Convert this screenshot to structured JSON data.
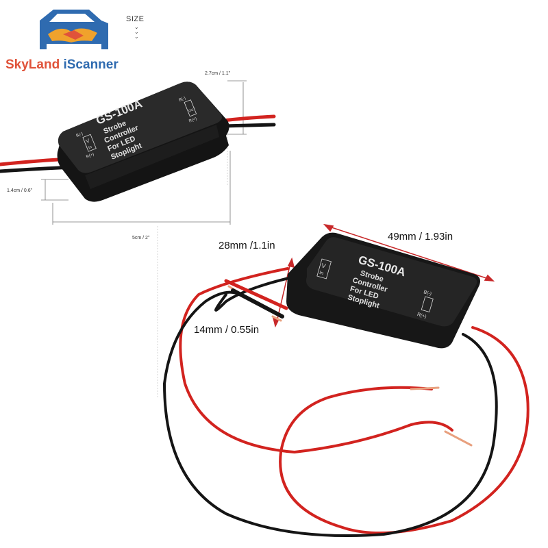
{
  "brand": {
    "name_part1": "SkyLand",
    "name_part2": " iScanner",
    "logo_icon": "car-handshake-icon"
  },
  "size_header": {
    "label": "SIZE",
    "chevrons": "⌄\n⌄\n⌄"
  },
  "top_image": {
    "dim_height": "2.7cm / 1.1\"",
    "dim_thickness": "1.4cm / 0.6\"",
    "dim_length": "5cm / 2\""
  },
  "bottom_image": {
    "dim_length": "49mm / 1.93in",
    "dim_wire_spacing": "28mm /1.1in",
    "dim_height": "14mm / 0.55in"
  },
  "device_label": {
    "model": "GS-100A",
    "line1": "Strobe",
    "line2": "Controller",
    "line3": "For LED",
    "line4": "Stoplight",
    "in_top": "B(-)",
    "in_mid": "V",
    "in_sub": "In",
    "in_bottom": "R(+)",
    "out_top": "B(-)",
    "out_mid": "OUT",
    "out_bottom": "R(+)"
  },
  "colors": {
    "wire_red": "#d2231f",
    "wire_black": "#151515",
    "body": "#1c1c1c",
    "brand_orange": "#e0533a",
    "brand_blue": "#2f6bb0"
  }
}
